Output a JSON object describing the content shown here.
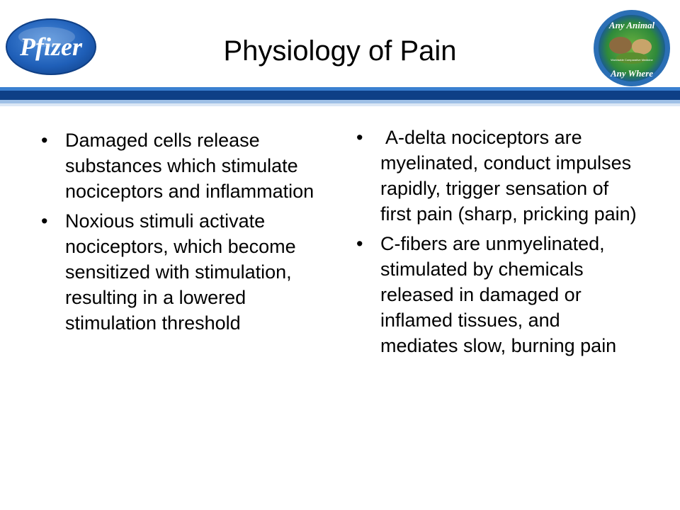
{
  "slide": {
    "title": "Physiology of Pain",
    "logo_left": {
      "icon": "pfizer-logo",
      "text": "Pfizer",
      "color": "#1f5fb8"
    },
    "logo_right": {
      "icon": "any-animal-any-where-seal",
      "text_top": "Any Animal",
      "text_middle": "Worldwide Comparative Medicine",
      "text_bottom": "Any Where"
    },
    "accent_colors": {
      "band_dark": "#0e3f86",
      "band_light": "#3a7fd0"
    },
    "left_bullets": [
      "Damaged cells release substances which stimulate nociceptors and inflammation",
      "Noxious stimuli activate nociceptors, which become sensitized with stimulation, resulting in a lowered stimulation threshold"
    ],
    "right_bullets": [
      "A-delta nociceptors are myelinated, conduct impulses rapidly, trigger sensation of first pain (sharp, pricking pain)",
      "C-fibers are unmyelinated, stimulated by chemicals released in damaged or inflamed tissues, and mediates slow, burning pain"
    ],
    "bullet_char": "•"
  }
}
